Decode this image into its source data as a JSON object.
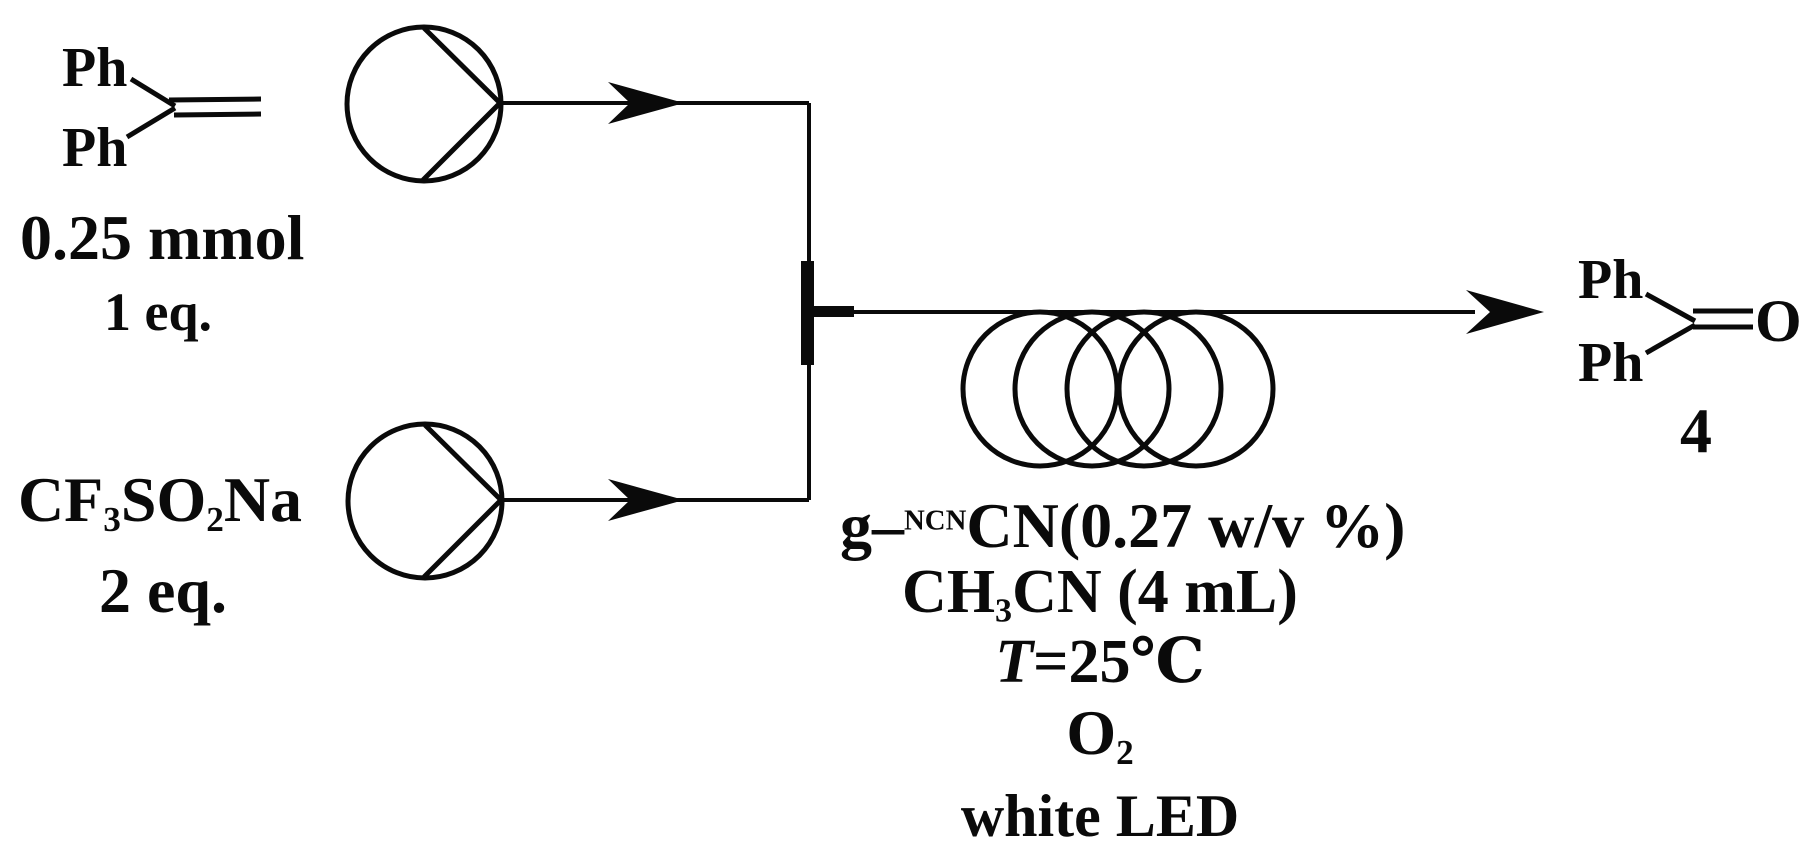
{
  "scheme": {
    "reagent1": {
      "group_top": "Ph",
      "group_bottom": "Ph",
      "amount": "0.25 mmol",
      "equivalents": "1 eq."
    },
    "reagent2": {
      "formula_p1": "CF",
      "formula_sub1": "3",
      "formula_p2": "SO",
      "formula_sub2": "2",
      "formula_p3": "Na",
      "equivalents": "2 eq."
    },
    "conditions": {
      "catalyst_prefix": "g–",
      "catalyst_sup": "NCN",
      "catalyst_rest": "CN(0.27 w/v %)",
      "solvent_p1": "CH",
      "solvent_sub": "3",
      "solvent_p2": "CN (4 mL)",
      "temp_symbol": "T",
      "temp_value": "=25℃",
      "gas_p1": "O",
      "gas_sub": "2",
      "light": "white LED"
    },
    "product": {
      "group_top": "Ph",
      "group_bottom": "Ph",
      "oxygen": "O",
      "compound_number": "4"
    },
    "icons": {
      "pump": "pump-circle-icon",
      "mixer": "t-junction-mixer-icon",
      "reactor": "coil-reactor-icon",
      "flow_arrow": "arrow-right-icon"
    },
    "colors": {
      "line": "#0a0a0a",
      "background": "#ffffff"
    }
  }
}
